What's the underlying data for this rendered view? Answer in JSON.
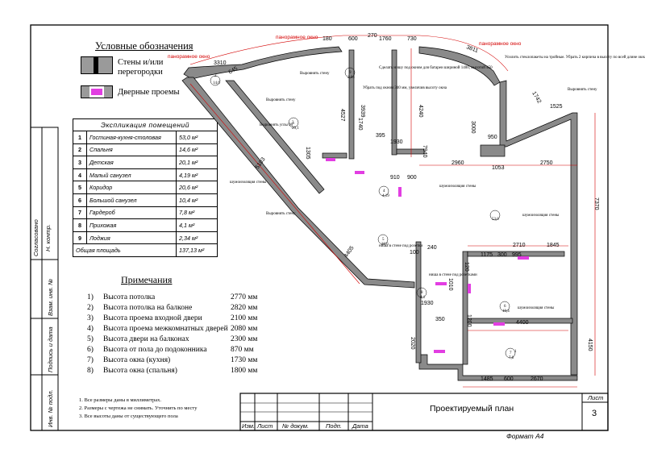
{
  "legend": {
    "title": "Условные обозначения",
    "walls_label": "Стены и/или перегородки",
    "doors_label": "Дверные проемы"
  },
  "explication": {
    "header": "Экспликация помещений",
    "rooms": [
      {
        "n": "1",
        "name": "Гостиная-кухня-столовая",
        "area": "53,0 м²"
      },
      {
        "n": "2",
        "name": "Спальня",
        "area": "14,6 м²"
      },
      {
        "n": "3",
        "name": "Детская",
        "area": "20,1 м²"
      },
      {
        "n": "4",
        "name": "Малый санузел",
        "area": "4,19 м²"
      },
      {
        "n": "5",
        "name": "Коридор",
        "area": "20,6 м²"
      },
      {
        "n": "6",
        "name": "Большой санузел",
        "area": "10,4 м²"
      },
      {
        "n": "7",
        "name": "Гардероб",
        "area": "7,8 м²"
      },
      {
        "n": "8",
        "name": "Прихожая",
        "area": "4,1 м²"
      },
      {
        "n": "9",
        "name": "Лоджия",
        "area": "2,34 м²"
      }
    ],
    "total_label": "Общая площадь",
    "total_value": "137,13 м²"
  },
  "notes": {
    "title": "Примечания",
    "items": [
      {
        "n": "1)",
        "text": "Высота потолка",
        "value": "2770 мм"
      },
      {
        "n": "2)",
        "text": "Высота потолка на балконе",
        "value": "2820 мм"
      },
      {
        "n": "3)",
        "text": "Высота проема входной двери",
        "value": "2100 мм"
      },
      {
        "n": "4)",
        "text": "Высота проема межкомнатных дверей",
        "value": "2080 мм"
      },
      {
        "n": "5)",
        "text": "Высота двери на балконах",
        "value": "2300 мм"
      },
      {
        "n": "6)",
        "text": "Высота от пола до подоконника",
        "value": "870 мм"
      },
      {
        "n": "7)",
        "text": "Высота окна (кухня)",
        "value": "1730 мм"
      },
      {
        "n": "8)",
        "text": "Высота окна (спальня)",
        "value": "1800 мм"
      }
    ]
  },
  "footnotes": [
    "1.    Все размеры даны в миллиметрах.",
    "2.    Размеры с чертежа не снимать. Уточнить по месту",
    "3.    Все высоты даны от существующего пола"
  ],
  "side_stamp": {
    "agreed": "Согласовано",
    "inv_replaced": "Взам. инв. №",
    "sign_date": "Подпись и дата",
    "inv_orig": "Инв. № подл.",
    "n_komp": "Н. контр."
  },
  "title_block": {
    "cols": [
      "Изм.",
      "Лист",
      "№ докум.",
      "Подп.",
      "Дата"
    ],
    "title": "Проектируемый план",
    "sheet_label": "Лист",
    "sheet_num": "3",
    "format": "Формат А4"
  },
  "plan": {
    "red_labels": [
      "панорамное окно",
      "панорамное окно",
      "панорамное окно"
    ],
    "dims": [
      "3310",
      "645",
      "180",
      "600",
      "270",
      "1760",
      "730",
      "3811",
      "1742",
      "1525",
      "4527",
      "3939",
      "4240",
      "3000",
      "950",
      "1930",
      "395",
      "910",
      "900",
      "2960",
      "1053",
      "2750",
      "7370",
      "5103",
      "4405",
      "2710",
      "1845",
      "1175",
      "300",
      "995",
      "120",
      "1010",
      "1200",
      "4400",
      "4150",
      "1930",
      "2020",
      "350",
      "1485",
      "600",
      "2670",
      "100",
      "240",
      "1305",
      "1740",
      "7940"
    ],
    "annotations": [
      "Выровнять стену",
      "Выровнять стену",
      "Выровнять стену",
      "Выровнять стену",
      "шумоизоляция стены",
      "шумоизоляция стены",
      "шумоизоляция стены",
      "шумоизоляция стены",
      "Выровнять углы 90°",
      "Сделать нишу под окном для батареи шириной 1400, высотой 450",
      "Убрать под окном 340 мм, увеличив высоту окна",
      "Усилить стеклопакеты на тройные. Убрать 2 кирпича в высоту по всей длине окна",
      "ниша в стене под розетками",
      "ниша в стене под розетки"
    ],
    "rooms": [
      "1",
      "2",
      "3",
      "4",
      "5",
      "6",
      "7",
      "8",
      "9"
    ],
    "room_areas": [
      "53,0",
      "14,6",
      "20,1",
      "4,19",
      "20,6",
      "10,4",
      "7,8",
      "4,1",
      "2,34"
    ]
  }
}
